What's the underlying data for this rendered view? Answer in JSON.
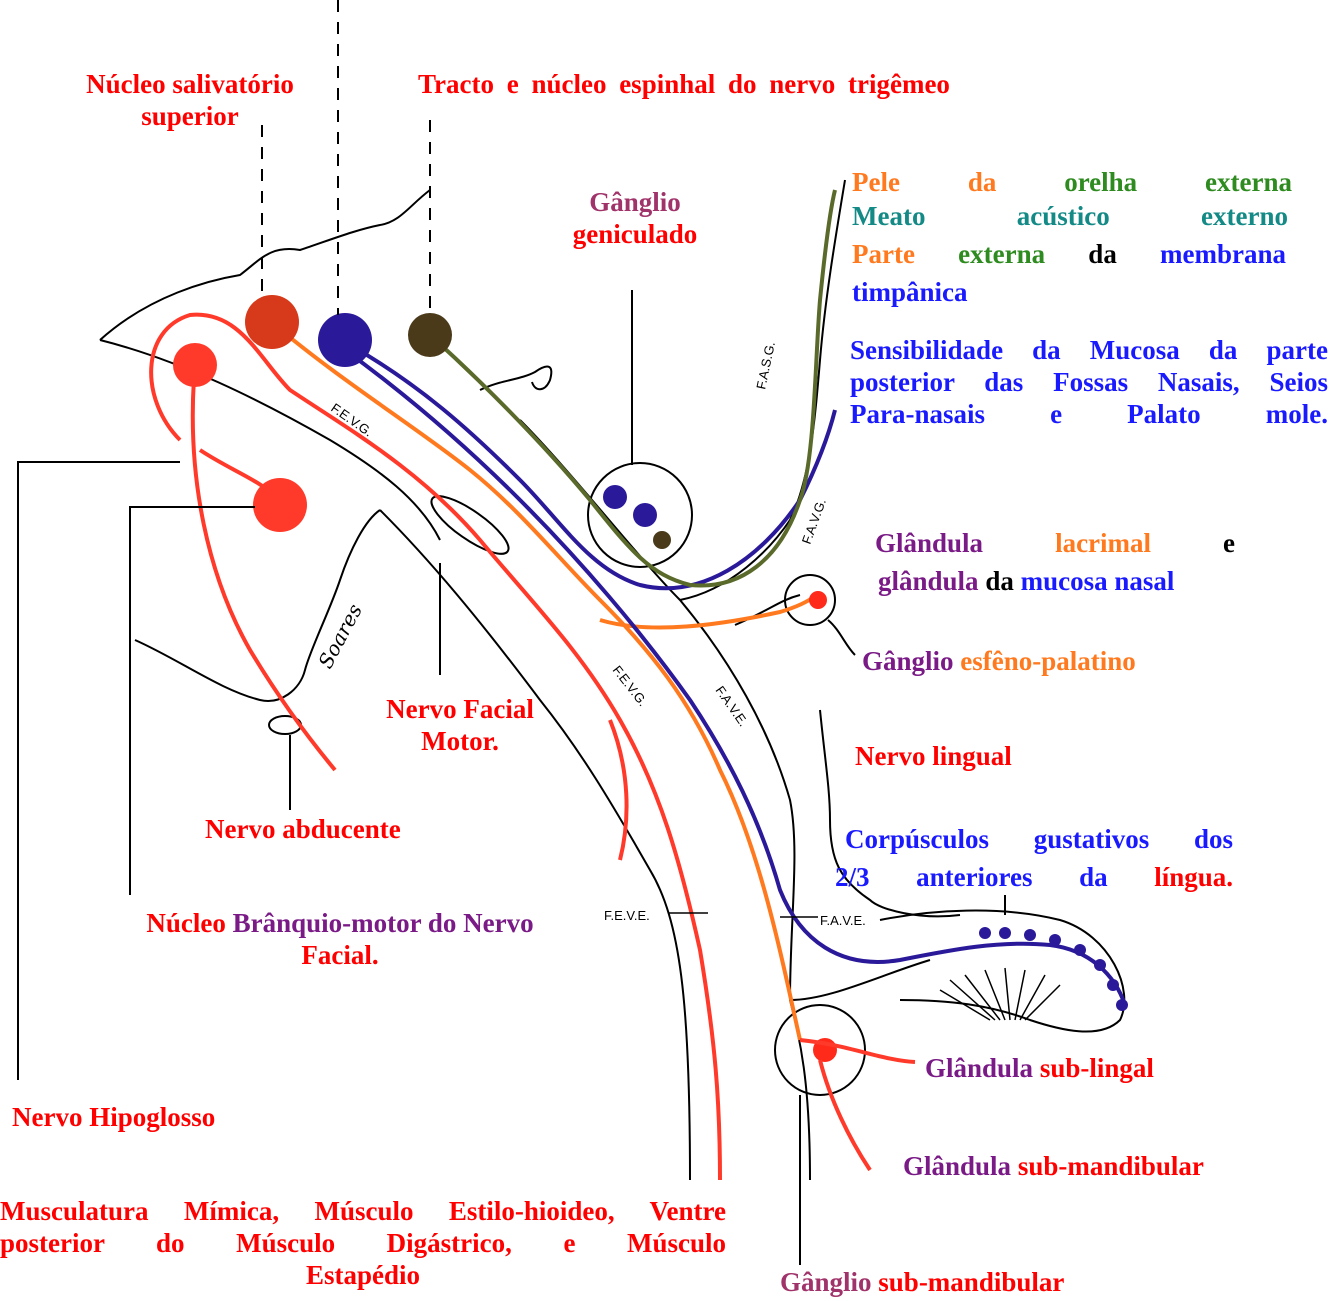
{
  "labels": {
    "nucleo_salivatorio": [
      "Núcleo salivatório",
      "superior"
    ],
    "tracto_trigemeo": "Tracto e núcleo espinhal do nervo trigêmeo",
    "ganglio_geniculado": [
      "Gânglio",
      "geniculado"
    ],
    "pele_orelha": [
      "Pele",
      "da",
      "orelha",
      "externa"
    ],
    "meato": [
      "Meato",
      "acústico",
      "externo"
    ],
    "membrana": [
      "Parte",
      "externa",
      "da",
      "membrana",
      "timpânica"
    ],
    "mucosa_nasal_sens": [
      "Sensibilidade da Mucosa da parte",
      "posterior das Fossas Nasais, Seios",
      "Para-nasais e Palato mole."
    ],
    "glandula_lacrimal": [
      "Glândula",
      "lacrimal",
      "e",
      "glândula",
      "da",
      "mucosa nasal"
    ],
    "ganglio_esfeno": [
      "Gânglio",
      "esfêno-palatino"
    ],
    "nervo_facial_motor": [
      "Nervo Facial",
      "Motor."
    ],
    "nervo_lingual": "Nervo lingual",
    "nervo_abducente": "Nervo abducente",
    "corpusculos": [
      "Corpúsculos gustativos dos",
      "2/3 anteriores da",
      "língua."
    ],
    "nucleo_branquio": [
      "Núcleo",
      "Brânquio-motor do Nervo",
      "Facial."
    ],
    "glandula_sublingal": [
      "Glândula",
      "sub-lingal"
    ],
    "nervo_hipoglosso": "Nervo Hipoglosso",
    "glandula_submandibular": [
      "Glândula",
      "sub-mandibular"
    ],
    "musculatura": [
      "Musculatura Mímica, Músculo Estilo-hioideo, Ventre",
      "posterior do Músculo Digástrico, e Músculo",
      "Estapédio"
    ],
    "ganglio_submandibular": [
      "Gânglio",
      "sub-mandibular"
    ]
  },
  "fibers": {
    "fasg": "F.A.S.G.",
    "fevg_1": "F.E.V.G.",
    "favg": "F.A.V.G.",
    "fevg_2": "F.E.V.G.",
    "fave_1": "F.A.V.E.",
    "feve": "F.E.V.E.",
    "fave_2": "F.A.V.E."
  },
  "signature": "Soares",
  "colors": {
    "red": "#ff0000",
    "orange": "#ff7a1f",
    "green": "#2e8b1f",
    "teal": "#138a86",
    "blue": "#1a1aff",
    "purple": "#7a1a86",
    "magenta": "#a0336a",
    "navy": "#2a1a9a",
    "olive": "#5a6a2a",
    "nerve_red": "#ff3a2a"
  }
}
